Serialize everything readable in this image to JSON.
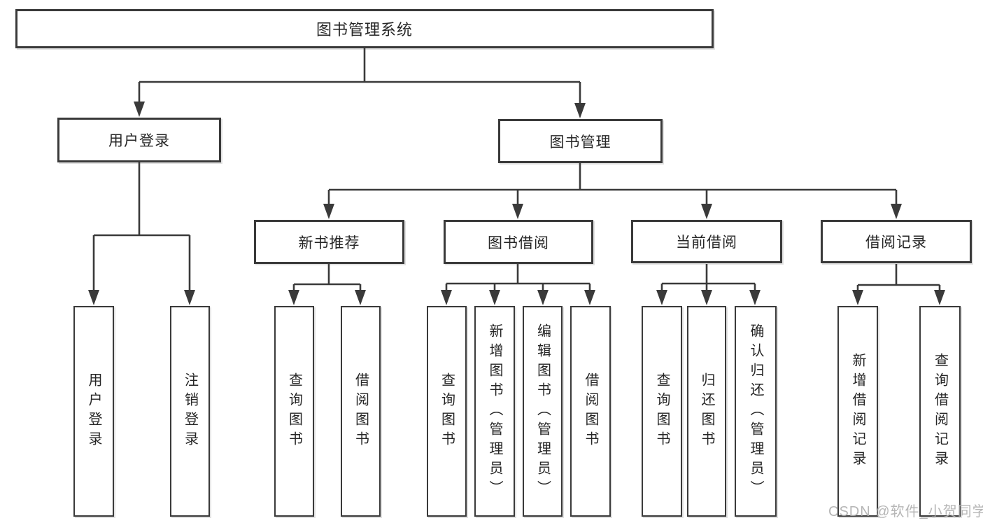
{
  "diagram": {
    "root": "图书管理系统",
    "level2": [
      "用户登录",
      "图书管理"
    ],
    "level3": [
      "新书推荐",
      "图书借阅",
      "当前借阅",
      "借阅记录"
    ],
    "leaves": {
      "user": [
        "用户登录",
        "注销登录"
      ],
      "newbook": [
        "查询图书",
        "借阅图书"
      ],
      "borrow": [
        "查询图书",
        "新增图书（管理员）",
        "编辑图书（管理员）",
        "借阅图书"
      ],
      "current": [
        "查询图书",
        "归还图书",
        "确认归还（管理员）"
      ],
      "records": [
        "新增借阅记录",
        "查询借阅记录"
      ]
    }
  },
  "watermark": "CSDN @软件_小贺同学",
  "colors": {
    "line": "#3a3a3a",
    "box_border": "#3a3a3a",
    "text": "#262626",
    "watermark": "#acacac",
    "background": "#ffffff"
  }
}
